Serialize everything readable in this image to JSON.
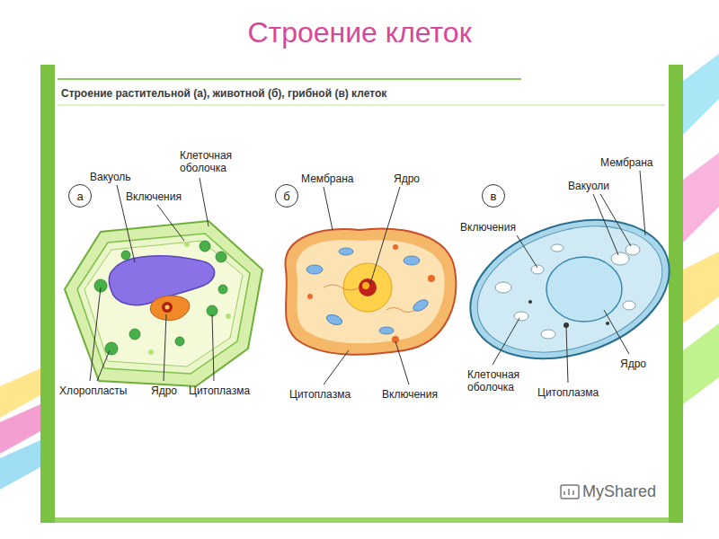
{
  "diagram": {
    "title": "Строение клеток",
    "caption": "Строение растительной (а), животной (б), грибной (в) клеток",
    "nodes": [
      {
        "text": [
          "а"
        ]
      },
      {
        "text": [
          "б"
        ]
      },
      {
        "text": [
          "в"
        ]
      }
    ],
    "labels": [
      "Клеточная оболочка",
      "Вакуоль",
      "Включения",
      "Хлоропласты",
      "Ядро",
      "Цитоплазма",
      "Мембрана",
      "Ядро",
      "Цитоплазма",
      "Включения",
      "Мембрана",
      "Вакуоли",
      "Включения",
      "Клеточная оболочка",
      "Цитоплазма",
      "Ядро",
      "MyShared"
    ]
  }
}
